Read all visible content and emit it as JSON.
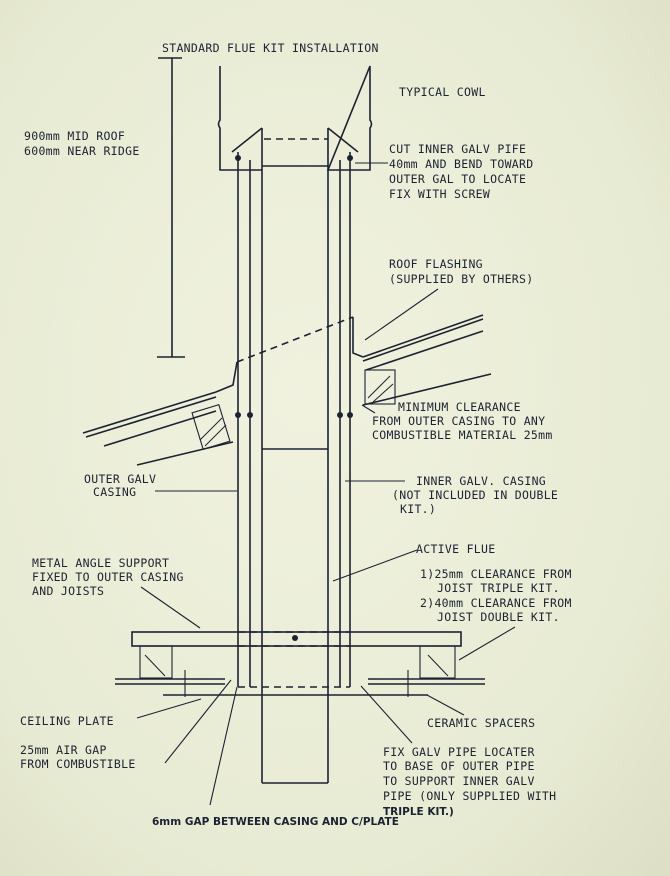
{
  "title": "STANDARD FLUE KIT INSTALLATION",
  "labels": {
    "cowl": "TYPICAL COWL",
    "height_1": "900mm MID ROOF",
    "height_2": "600mm NEAR RIDGE",
    "cut_pipe": [
      "CUT INNER GALV PIFE",
      "40mm AND BEND TOWARD",
      "OUTER GAL TO LOCATE",
      "FIX WITH SCREW"
    ],
    "flashing": [
      "ROOF FLASHING",
      "(SUPPLIED BY OTHERS)"
    ],
    "min_clearance": [
      "MINIMUM CLEARANCE",
      "FROM OUTER CASING TO ANY",
      "COMBUSTIBLE MATERIAL 25mm"
    ],
    "outer_casing": [
      "OUTER GALV",
      "CASING"
    ],
    "inner_casing": [
      "INNER GALV. CASING",
      "(NOT INCLUDED IN DOUBLE",
      "KIT.)"
    ],
    "active_flue": "ACTIVE FLUE",
    "angle_support": [
      "METAL ANGLE SUPPORT",
      "FIXED TO OUTER CASING",
      "AND JOISTS"
    ],
    "joist_clearance": [
      "1)25mm CLEARANCE FROM",
      "JOIST TRIPLE KIT.",
      "2)40mm CLEARANCE FROM",
      "JOIST DOUBLE KIT."
    ],
    "ceiling_plate": "CEILING PLATE",
    "air_gap": [
      "25mm AIR GAP",
      "FROM COMBUSTIBLE"
    ],
    "ceramic_spacers": "CERAMIC SPACERS",
    "pipe_locater": [
      "FIX GALV PIPE LOCATER",
      "TO BASE OF OUTER PIPE",
      "TO SUPPORT INNER GALV",
      "PIPE (ONLY SUPPLIED WITH",
      "TRIPLE KIT.)"
    ],
    "gap_6mm": "6mm GAP BETWEEN CASING AND C/PLATE"
  }
}
